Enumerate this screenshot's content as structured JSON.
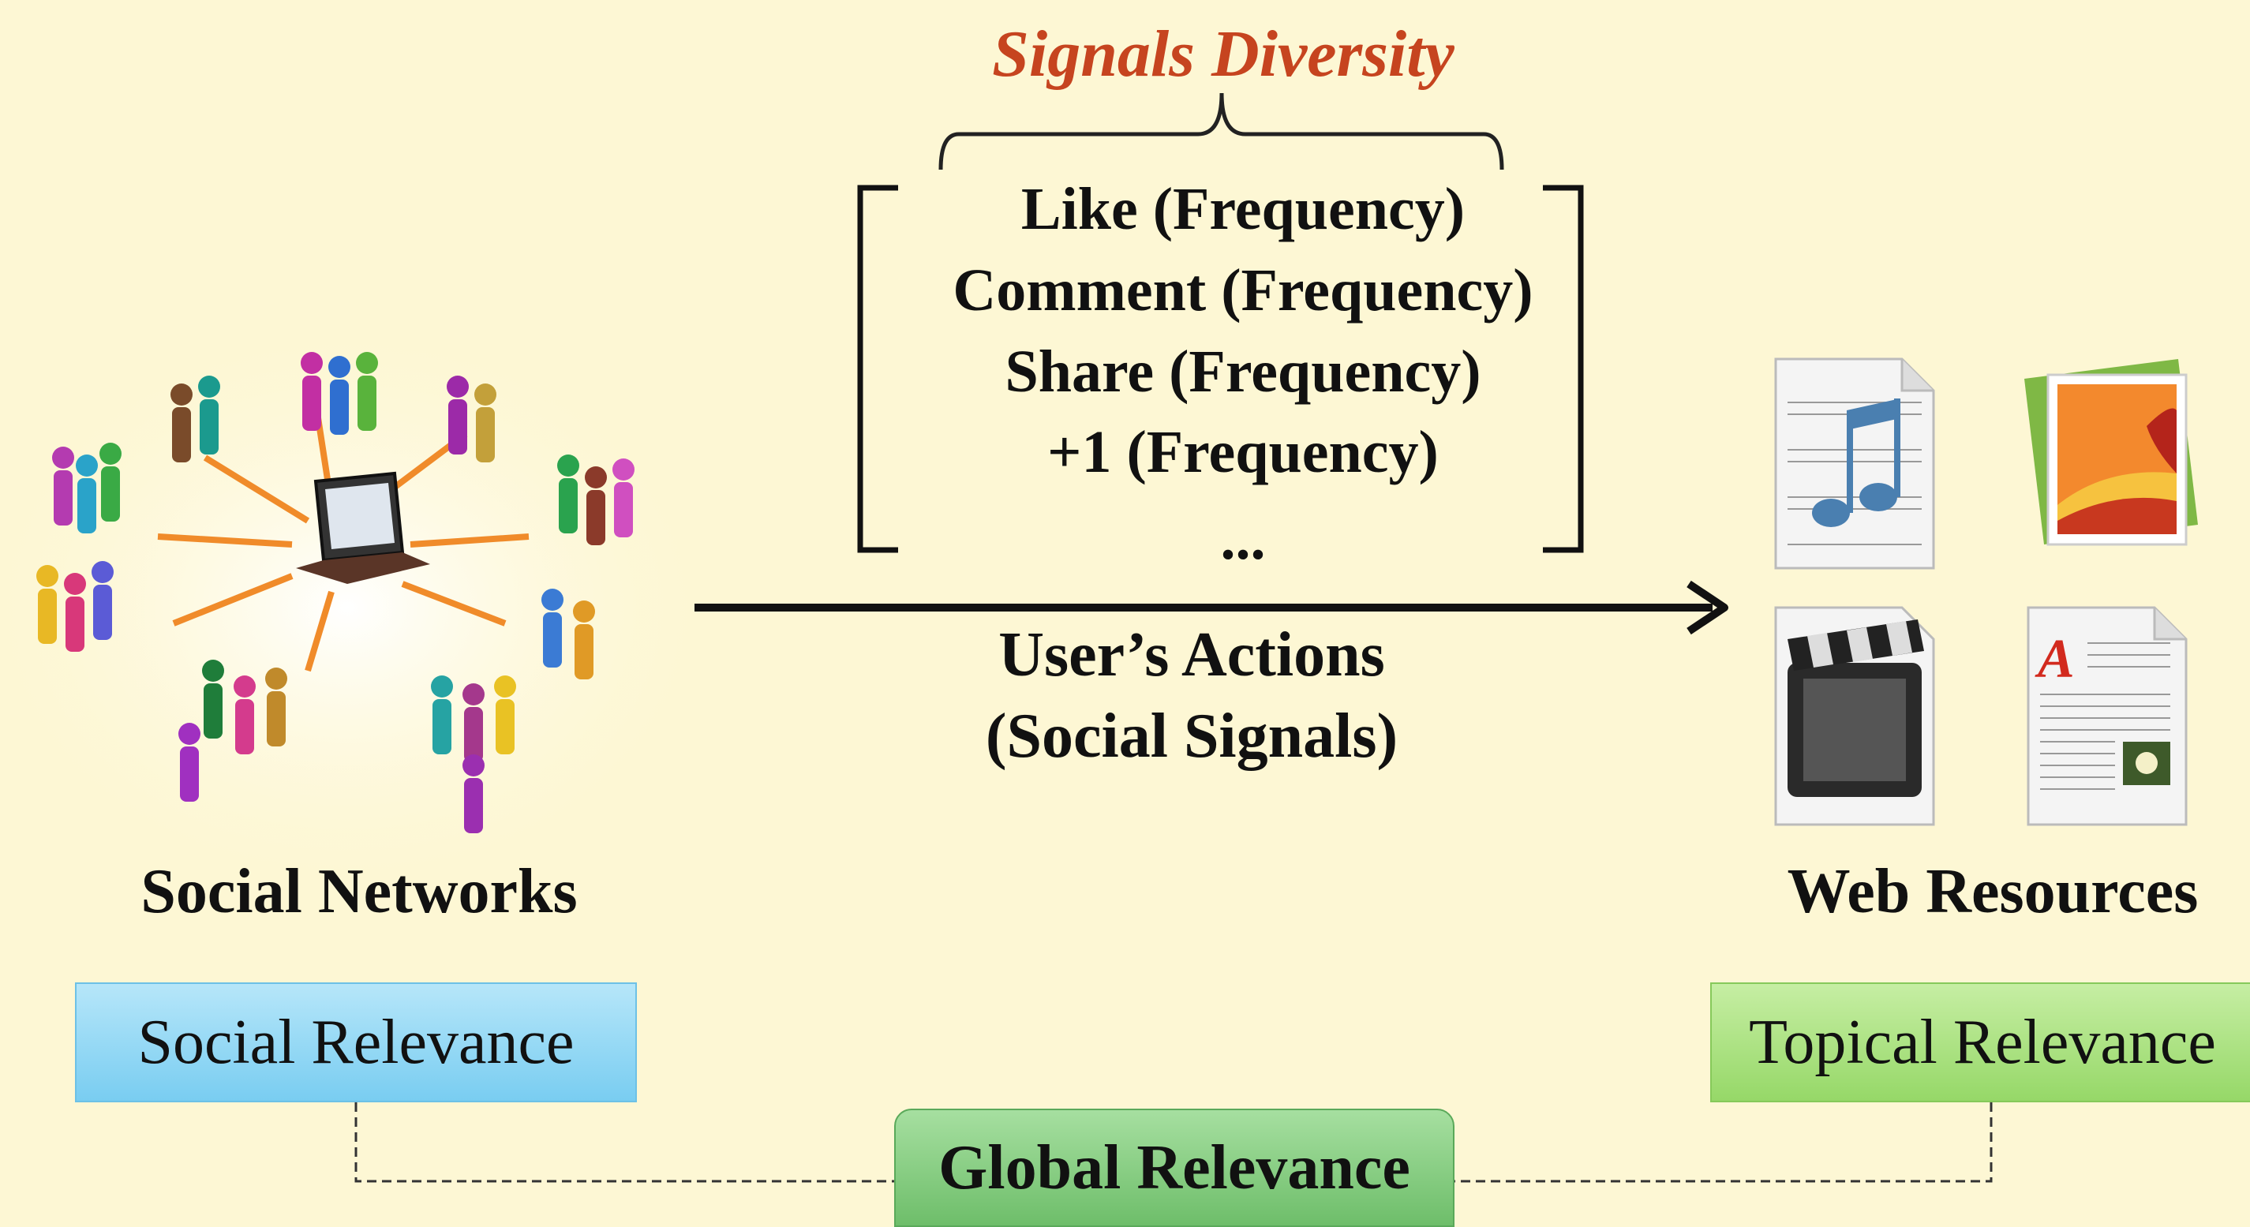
{
  "diagram": {
    "title": "Signals Diversity",
    "signals": [
      "Like (Frequency)",
      "Comment (Frequency)",
      "Share (Frequency)",
      "+1 (Frequency)",
      "..."
    ],
    "action_label_line1": "User’s Actions",
    "action_label_line2": "(Social Signals)",
    "left_label": "Social Networks",
    "right_label": "Web Resources",
    "social_box": "Social Relevance",
    "topical_box": "Topical Relevance",
    "global_box": "Global Relevance",
    "icons": [
      "social-network-people-icon",
      "laptop-icon",
      "music-document-icon",
      "image-file-icon",
      "video-clapper-icon",
      "text-document-icon"
    ],
    "colors": {
      "title": "#c6441f",
      "background": "#fdf7d4",
      "social_box": "#79cdf1",
      "topical_box": "#96d868",
      "global_box": "#6ebe6a"
    }
  }
}
